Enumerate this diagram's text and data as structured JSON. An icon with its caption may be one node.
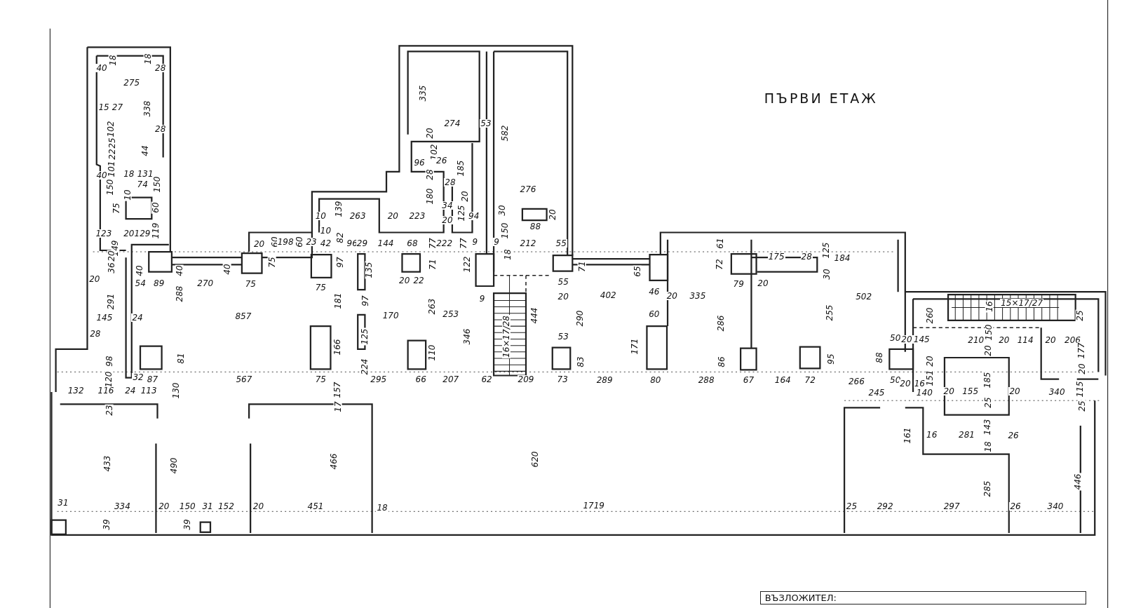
{
  "diagram": {
    "title": "ПЪРВИ ЕТАЖ",
    "labels": [
      "18",
      "18",
      "40",
      "28",
      "275",
      "338",
      "15",
      "27",
      "28",
      "102",
      "25",
      "22",
      "101",
      "44",
      "40",
      "18",
      "131",
      "150",
      "74",
      "150",
      "10",
      "75",
      "60",
      "123",
      "20",
      "129",
      "119",
      "149",
      "20",
      "60",
      "198",
      "60",
      "23",
      "20",
      "36",
      "40",
      "40",
      "40",
      "75",
      "20",
      "54",
      "89",
      "270",
      "75",
      "291",
      "288",
      "145",
      "24",
      "857",
      "28",
      "98",
      "81",
      "120",
      "32",
      "87",
      "567",
      "335",
      "274",
      "53",
      "582",
      "20",
      "102",
      "96",
      "26",
      "185",
      "28",
      "28",
      "276",
      "180",
      "20",
      "34",
      "139",
      "125",
      "30",
      "10",
      "263",
      "20",
      "223",
      "20",
      "94",
      "20",
      "88",
      "150",
      "10",
      "82",
      "42",
      "96",
      "29",
      "144",
      "68",
      "77",
      "222",
      "77",
      "9",
      "9",
      "212",
      "55",
      "18",
      "97",
      "135",
      "71",
      "122",
      "71",
      "65",
      "20",
      "22",
      "55",
      "75",
      "9",
      "20",
      "181",
      "97",
      "263",
      "170",
      "253",
      "444",
      "16×17/28",
      "346",
      "53",
      "125",
      "166",
      "110",
      "224",
      "75",
      "295",
      "66",
      "207",
      "62",
      "209",
      "73",
      "157",
      "61",
      "125",
      "175",
      "28",
      "184",
      "72",
      "30",
      "79",
      "20",
      "402",
      "46",
      "20",
      "335",
      "502",
      "60",
      "290",
      "286",
      "255",
      "260",
      "16",
      "15×17/27",
      "25",
      "50",
      "20",
      "145",
      "210",
      "150",
      "20",
      "114",
      "20",
      "206",
      "171",
      "20",
      "177",
      "83",
      "86",
      "95",
      "88",
      "20",
      "20",
      "151",
      "185",
      "289",
      "80",
      "288",
      "67",
      "164",
      "72",
      "266",
      "50",
      "20",
      "16",
      "245",
      "140",
      "20",
      "155",
      "20",
      "340",
      "115",
      "25",
      "25",
      "132",
      "116",
      "24",
      "113",
      "130",
      "23",
      "17",
      "161",
      "16",
      "281",
      "143",
      "26",
      "18",
      "433",
      "490",
      "466",
      "620",
      "285",
      "446",
      "31",
      "334",
      "20",
      "150",
      "31",
      "152",
      "20",
      "451",
      "18",
      "1719",
      "25",
      "292",
      "297",
      "26",
      "340",
      "39",
      "39",
      "ВЪЗЛОЖИТЕЛ:"
    ]
  }
}
